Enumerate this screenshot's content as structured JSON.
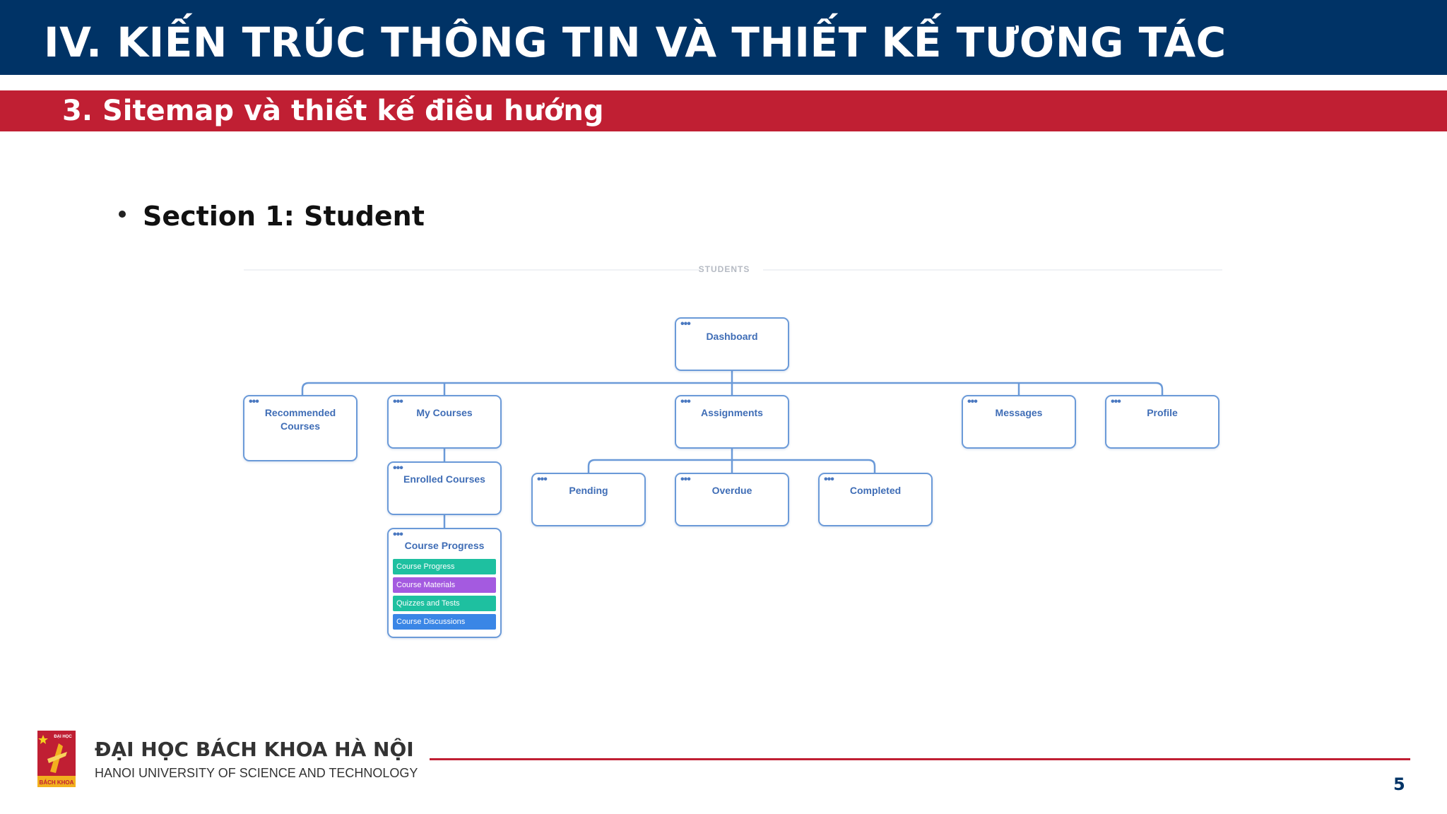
{
  "header": {
    "title": "IV. KIẾN TRÚC THÔNG TIN VÀ THIẾT KẾ TƯƠNG TÁC",
    "subtitle": "3. Sitemap và thiết kế điều hướng",
    "colors": {
      "primary": "#003366",
      "accent": "#c01f33"
    }
  },
  "bullet": {
    "text": "Section 1: Student"
  },
  "sitemap": {
    "section_label": "STUDENTS",
    "node_color": "#3f6db6",
    "nodes": {
      "dashboard": "Dashboard",
      "recommended": "Recommended Courses",
      "my_courses": "My Courses",
      "assignments": "Assignments",
      "messages": "Messages",
      "profile": "Profile",
      "enrolled": "Enrolled Courses",
      "pending": "Pending",
      "overdue": "Overdue",
      "completed": "Completed",
      "course_progress": "Course Progress"
    },
    "course_progress_items": [
      {
        "label": "Course Progress",
        "color": "#1ec0a0"
      },
      {
        "label": "Course Materials",
        "color": "#a45ae0"
      },
      {
        "label": "Quizzes and Tests",
        "color": "#1ec0a0"
      },
      {
        "label": "Course Discussions",
        "color": "#3a86e6"
      }
    ]
  },
  "footer": {
    "university": "ĐẠI HỌC BÁCH KHOA HÀ NỘI",
    "university_en": "HANOI UNIVERSITY OF SCIENCE AND TECHNOLOGY",
    "logo_text_top": "ĐẠI HỌC",
    "logo_text_bottom": "BÁCH KHOA",
    "page_number": "5"
  }
}
